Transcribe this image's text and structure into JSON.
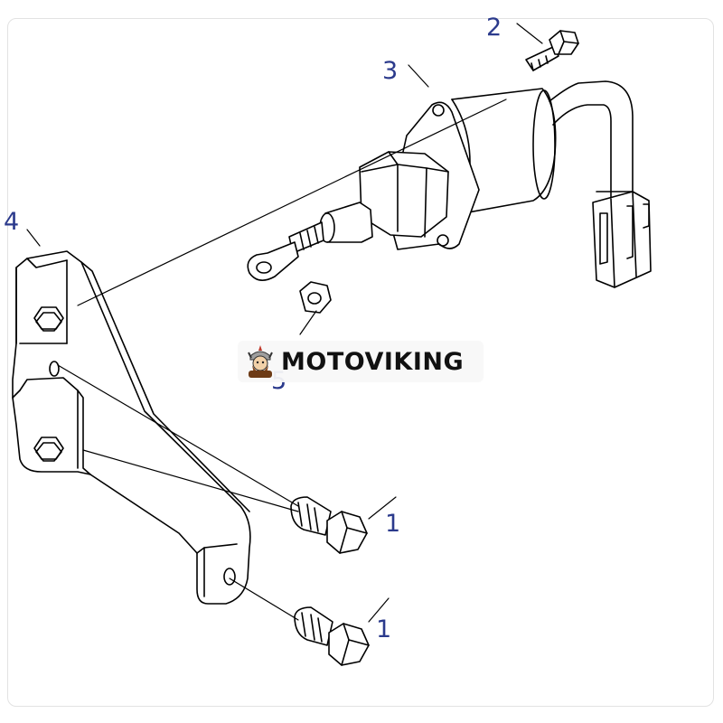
{
  "diagram": {
    "callouts": {
      "c1a": "1",
      "c1b": "1",
      "c2": "2",
      "c3": "3",
      "c4": "4",
      "c5": "5"
    }
  },
  "watermark": {
    "text": "MOTOVIKING"
  },
  "colors": {
    "callout": "#2b3a8c",
    "line": "#000000",
    "frame_border": "#e2e2e2"
  }
}
